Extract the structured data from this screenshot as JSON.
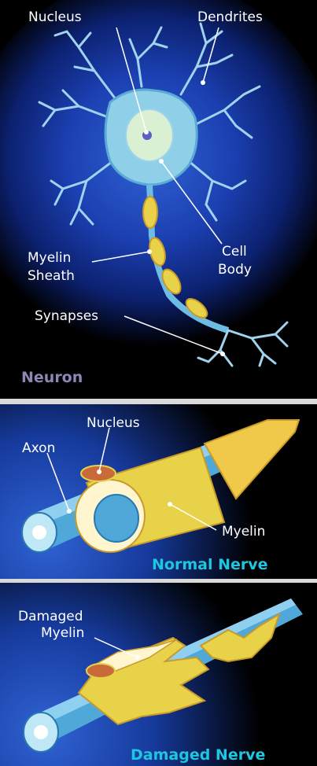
{
  "neuron": {
    "title": "Neuron",
    "labels": {
      "nucleus": "Nucleus",
      "dendrites": "Dendrites",
      "myelin_line1": "Myelin",
      "myelin_line2": "Sheath",
      "cell_line1": "Cell",
      "cell_line2": "Body",
      "synapses": "Synapses"
    }
  },
  "normal_nerve": {
    "title": "Normal Nerve",
    "labels": {
      "nucleus": "Nucleus",
      "axon": "Axon",
      "myelin": "Myelin"
    }
  },
  "damaged_nerve": {
    "title": "Damaged Nerve",
    "labels": {
      "line1": "Damaged",
      "line2": "Myelin"
    }
  },
  "colors": {
    "glow_inner": "#2a56c8",
    "glow_outer": "#0a1a5e",
    "membrane": "#8fd0e8",
    "myelin": "#e8d24a",
    "axon": "#4fa8d8",
    "title_neuron": "#8c87b6",
    "title_nerve": "#1fc6df"
  }
}
